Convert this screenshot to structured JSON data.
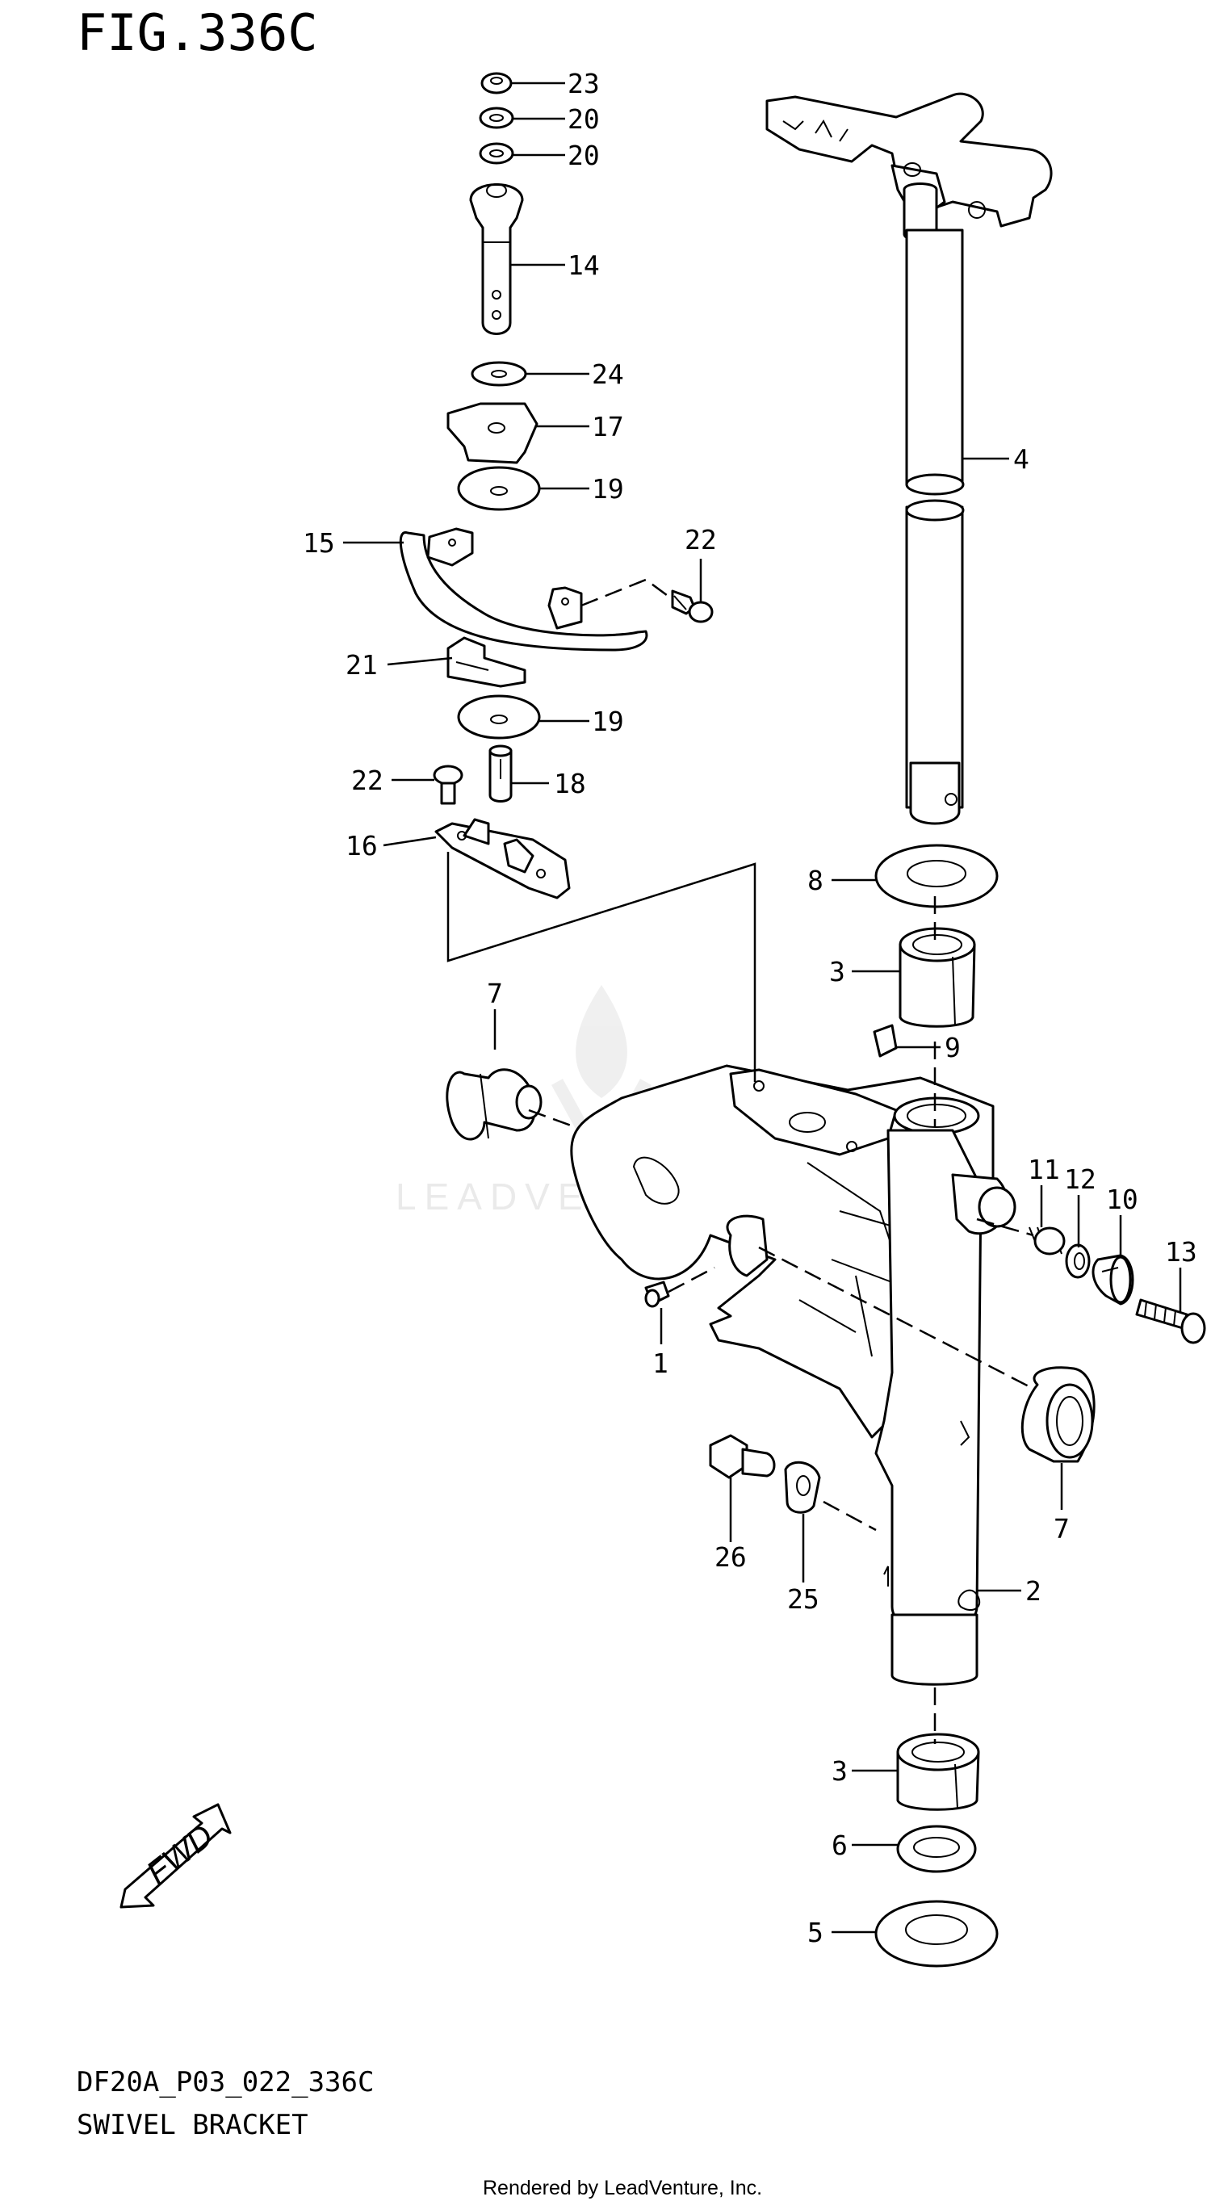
{
  "figure": {
    "title": "FIG.336C",
    "code": "DF20A_P03_022_336C",
    "name": "SWIVEL BRACKET",
    "credit": "Rendered by LeadVenture, Inc.",
    "watermark": "LEADVENTURE",
    "fwd_label": "FWD"
  },
  "callouts": [
    "23",
    "20",
    "20",
    "14",
    "24",
    "17",
    "19",
    "15",
    "22",
    "21",
    "19",
    "22",
    "18",
    "16",
    "4",
    "8",
    "3",
    "9",
    "7",
    "11",
    "12",
    "10",
    "13",
    "1",
    "7",
    "26",
    "25",
    "2",
    "3",
    "6",
    "5"
  ]
}
